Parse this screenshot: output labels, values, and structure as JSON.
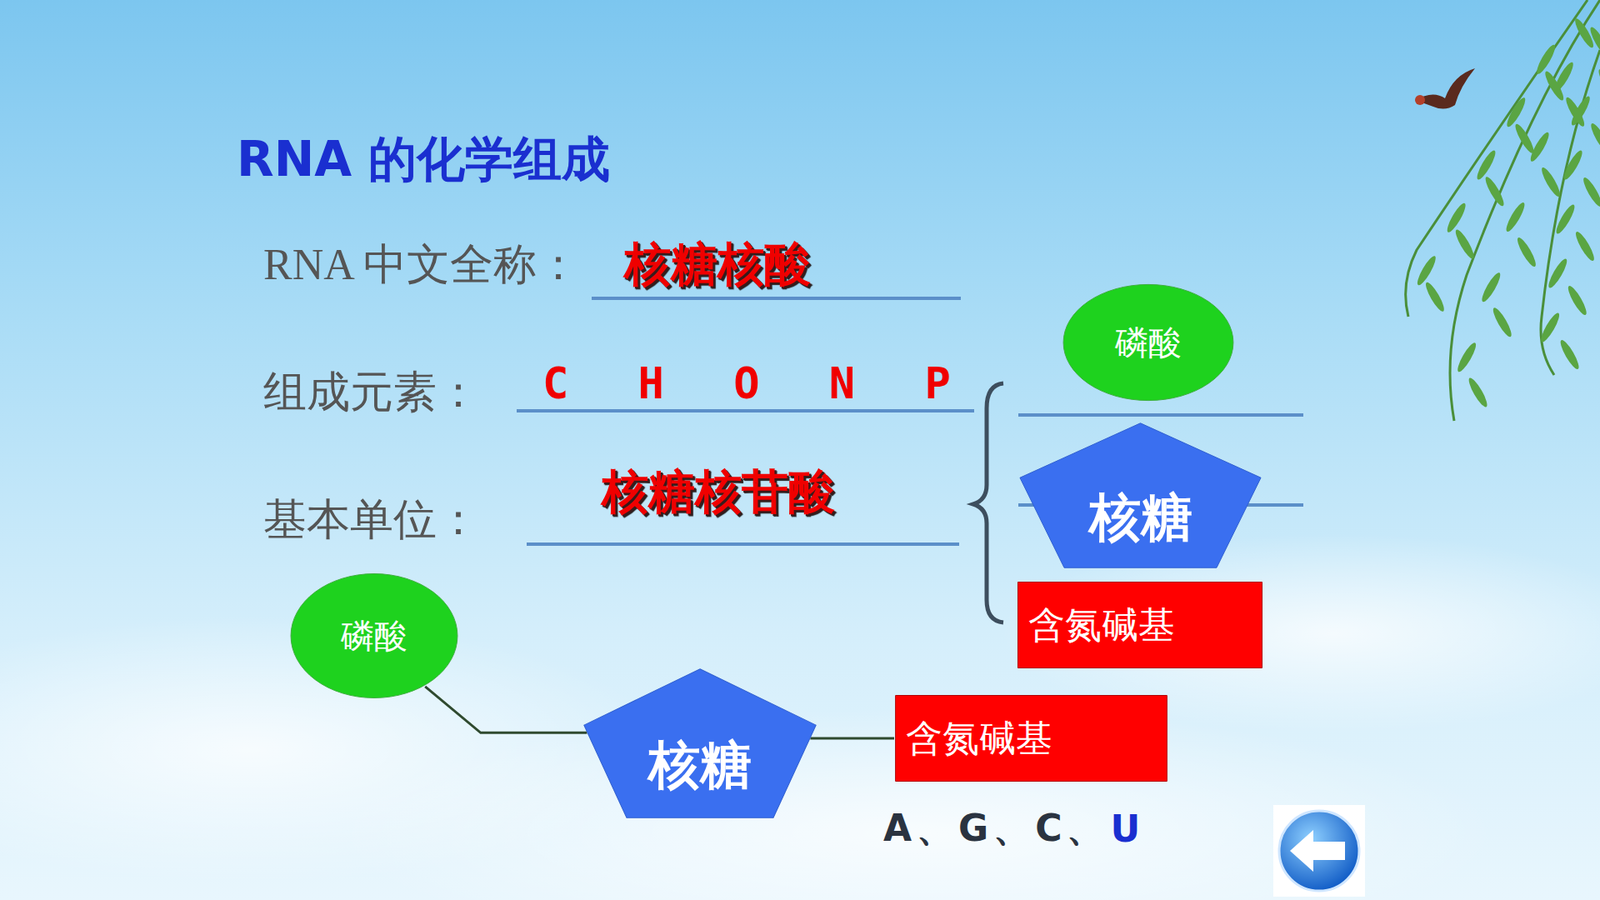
{
  "diagram": {
    "title": "RNA 的化学组成",
    "nodes": [
      {
        "text": [
          "磷酸"
        ]
      },
      {
        "text": [
          "核糖"
        ]
      },
      {
        "text": [
          "含氮碱基"
        ]
      },
      {
        "text": [
          "磷酸"
        ]
      },
      {
        "text": [
          "核糖"
        ]
      },
      {
        "text": [
          "含氮碱基"
        ]
      }
    ],
    "edges": [
      {
        "from": 3,
        "to": 4,
        "arrow": "none"
      },
      {
        "from": 4,
        "to": 5,
        "arrow": "none"
      }
    ],
    "labels": [
      "RNA 中文全称：",
      "核糖核酸",
      "组成元素：",
      "C H O N P",
      "基本单位：",
      "核糖核苷酸",
      "A、G、C、",
      "U"
    ]
  }
}
